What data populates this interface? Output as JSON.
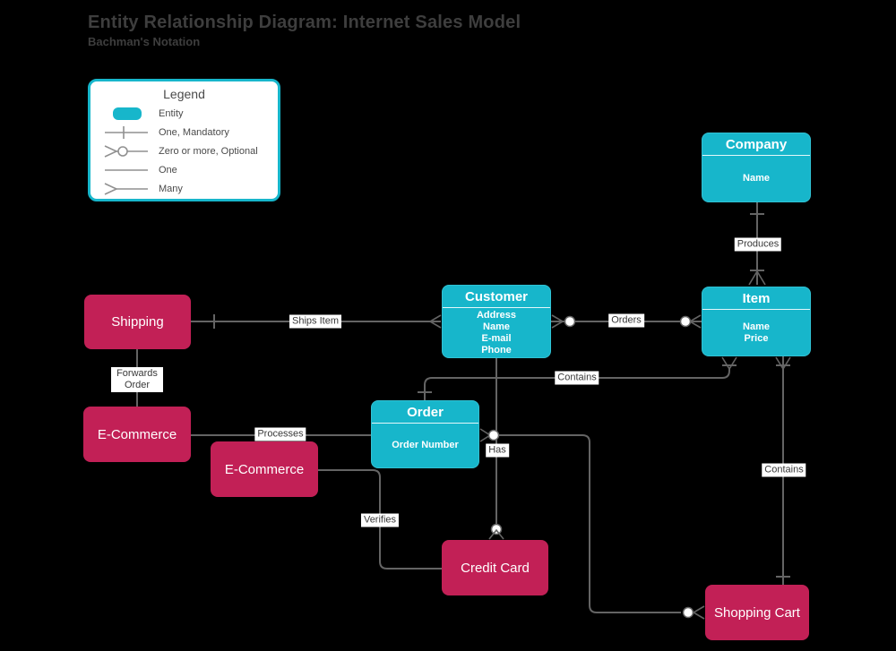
{
  "page": {
    "title": "Entity Relationship Diagram: Internet Sales Model",
    "subtitle": "Bachman's Notation"
  },
  "colors": {
    "background": "#000000",
    "entity_fill": "#17b6cb",
    "highlight_entity_fill": "#c22056",
    "entity_text": "#ffffff",
    "connector_line": "#646464",
    "relationship_label_bg": "#ffffff",
    "relationship_label_text": "#383838",
    "page_title_text": "#3e3e3e",
    "legend_border": "#17b6cb",
    "legend_bg": "#ffffff"
  },
  "legend": {
    "title": "Legend",
    "items": [
      {
        "icon": "entity-swatch-icon",
        "label": "Entity"
      },
      {
        "icon": "one-mandatory-icon",
        "label": "One, Mandatory"
      },
      {
        "icon": "zero-or-more-optional-icon",
        "label": "Zero or more, Optional"
      },
      {
        "icon": "one-icon",
        "label": "One"
      },
      {
        "icon": "many-icon",
        "label": "Many"
      }
    ]
  },
  "entities": {
    "company": {
      "name": "Company",
      "attributes": [
        "Name"
      ]
    },
    "item": {
      "name": "Item",
      "attributes": [
        "Name",
        "Price"
      ]
    },
    "customer": {
      "name": "Customer",
      "attributes": [
        "Address",
        "Name",
        "E-mail",
        "Phone"
      ]
    },
    "order": {
      "name": "Order",
      "attributes": [
        "Order Number"
      ]
    },
    "shipping": {
      "name": "Shipping"
    },
    "ecommerce_1": {
      "name": "E-Commerce"
    },
    "ecommerce_2": {
      "name": "E-Commerce"
    },
    "credit_card": {
      "name": "Credit Card"
    },
    "shopping_cart": {
      "name": "Shopping Cart"
    }
  },
  "relationships": {
    "produces": {
      "label": "Produces"
    },
    "ships_item": {
      "label": "Ships Item"
    },
    "orders": {
      "label": "Orders"
    },
    "contains_order_item": {
      "label": "Contains"
    },
    "has": {
      "label": "Has"
    },
    "forwards_order": {
      "label": "Forwards Order"
    },
    "processes": {
      "label": "Processes"
    },
    "verifies": {
      "label": "Verifies"
    },
    "contains_cart_item": {
      "label": "Contains"
    }
  }
}
